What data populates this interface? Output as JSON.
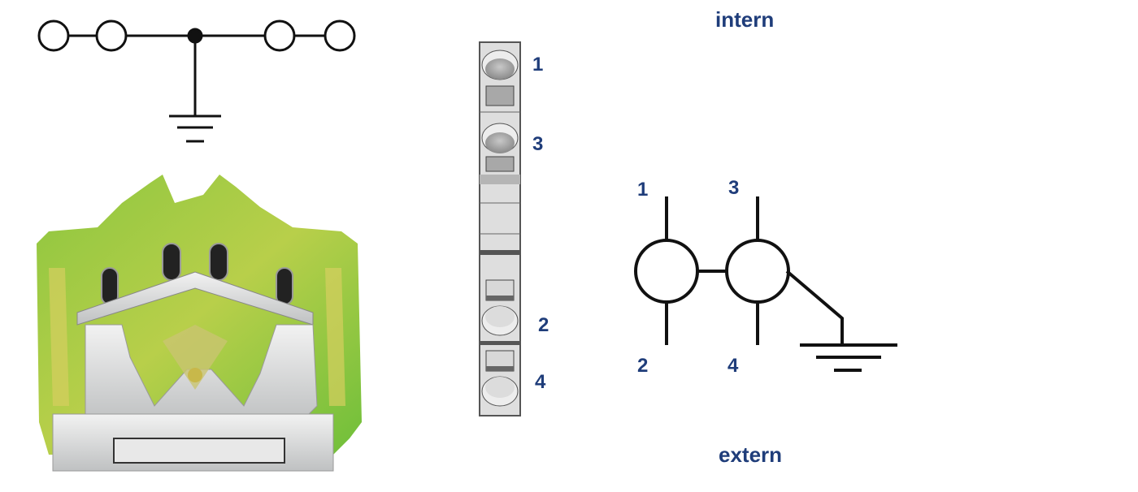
{
  "colors": {
    "label": "#1f3d7a",
    "line": "#111111",
    "green": "#7cc242",
    "yellow": "#d9cf5a",
    "metal": "#d8dadb"
  },
  "labels": {
    "intern": "intern",
    "extern": "extern",
    "strip": {
      "t1": "1",
      "t3": "3",
      "t2": "2",
      "t4": "4"
    },
    "schematic": {
      "t1": "1",
      "t3": "3",
      "t2": "2",
      "t4": "4"
    }
  }
}
